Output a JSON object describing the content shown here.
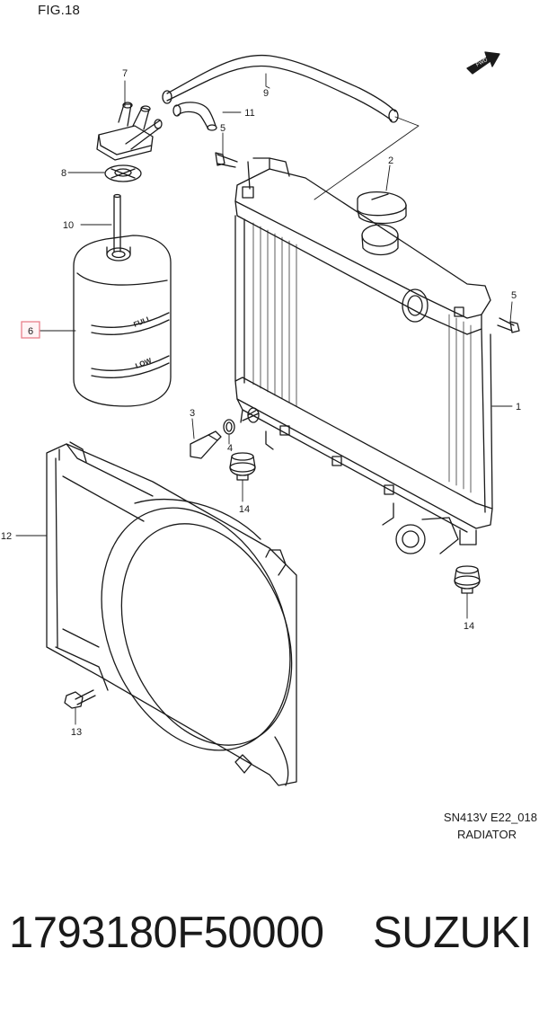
{
  "figure": {
    "title": "FIG.18",
    "sheet_code": "SN413V E22_018",
    "sheet_title": "RADIATOR",
    "direction_marker": "FWD"
  },
  "parts": [
    {
      "ref": "1"
    },
    {
      "ref": "2"
    },
    {
      "ref": "3"
    },
    {
      "ref": "4"
    },
    {
      "ref": "5"
    },
    {
      "ref": "5"
    },
    {
      "ref": "6",
      "highlighted": true
    },
    {
      "ref": "7"
    },
    {
      "ref": "8"
    },
    {
      "ref": "9"
    },
    {
      "ref": "10"
    },
    {
      "ref": "11"
    },
    {
      "ref": "12"
    },
    {
      "ref": "13"
    },
    {
      "ref": "14"
    },
    {
      "ref": "14"
    }
  ],
  "reservoir_labels": {
    "full": "FULL",
    "low": "LOW"
  },
  "highlight_color": "#e8808a",
  "footer": {
    "part_number": "1793180F50000",
    "brand": "SUZUKI"
  }
}
